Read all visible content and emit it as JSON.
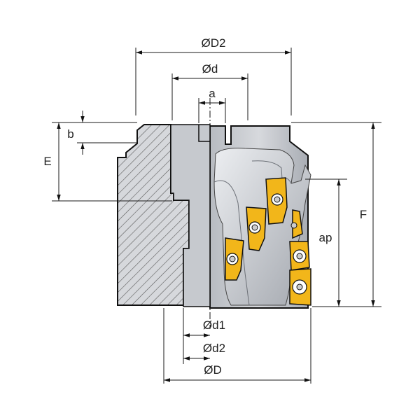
{
  "labels": {
    "D2": "ØD2",
    "d": "Ød",
    "a": "a",
    "b": "b",
    "E": "E",
    "F": "F",
    "ap": "ap",
    "d1": "Ød1",
    "d2": "Ød2",
    "D": "ØD"
  },
  "colors": {
    "body": "#c9ccd1",
    "body_light": "#e2e4e8",
    "body_dark": "#9ea2a9",
    "hatch": "#5a5a5a",
    "insert": "#f2b61a",
    "insert_dark": "#c88a00",
    "screw": "#ffffff"
  }
}
